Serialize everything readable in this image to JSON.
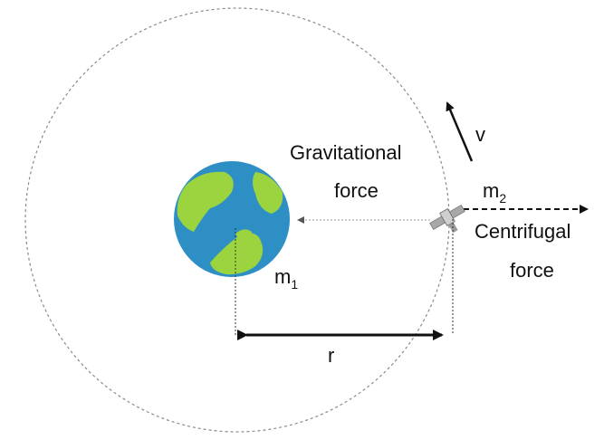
{
  "labels": {
    "velocity": "v",
    "gravitational_line1": "Gravitational",
    "gravitational_line2": "force",
    "m2_base": "m",
    "m2_sub": "2",
    "centrifugal_line1": "Centrifugal",
    "centrifugal_line2": "force",
    "m1_base": "m",
    "m1_sub": "1",
    "radius": "r"
  },
  "colors": {
    "ocean": "#2e8fc4",
    "land": "#9bd43f",
    "orbit": "#8a8a8a",
    "arrow": "#111111",
    "satellite": "#9a9a9a"
  },
  "icons": {
    "planet": "earth-icon",
    "satellite": "satellite-icon"
  }
}
